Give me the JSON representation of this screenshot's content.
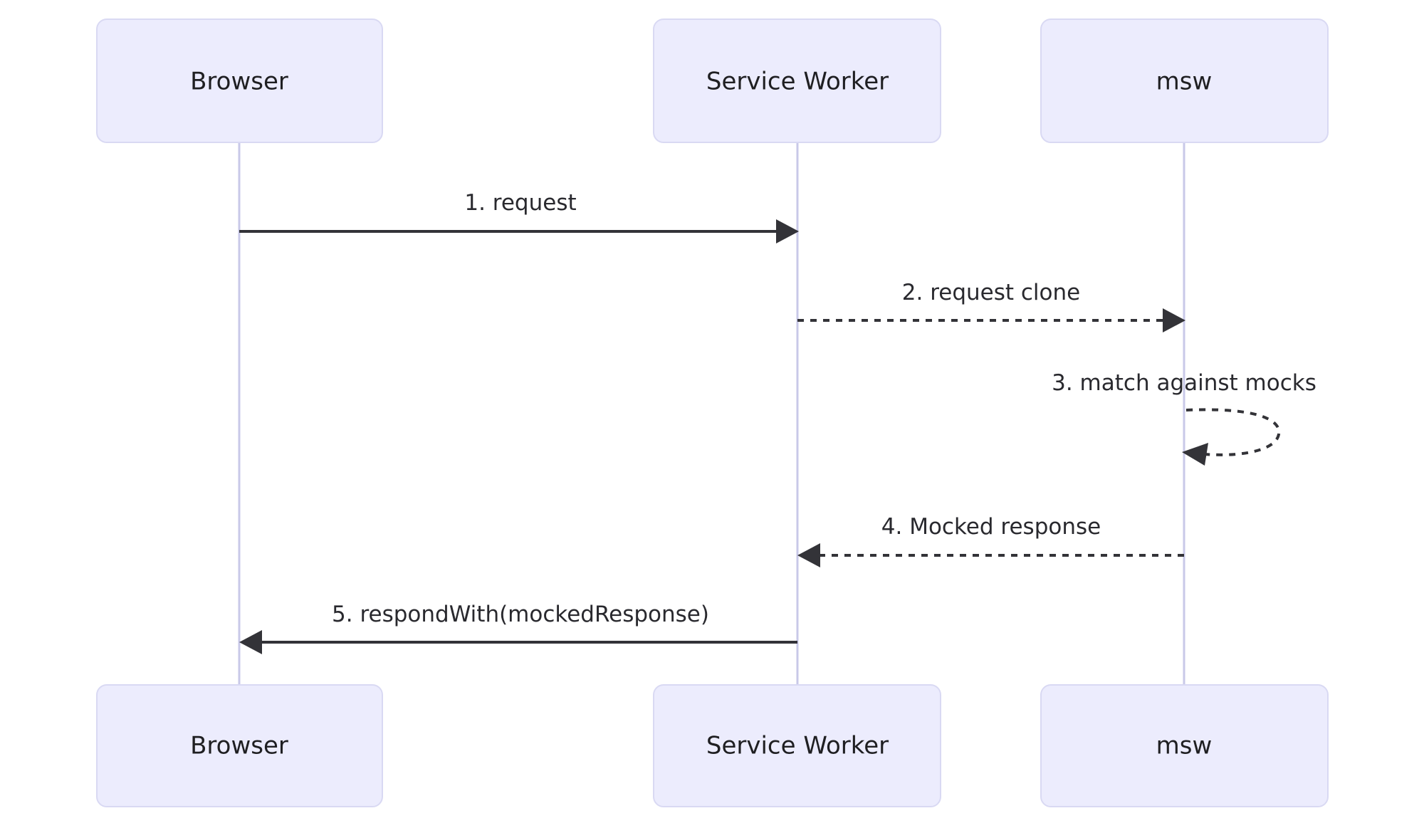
{
  "diagram": {
    "type": "sequence-diagram",
    "title": "",
    "background_color": "#ffffff",
    "actor_box_fill": "#ececfd",
    "actor_box_stroke": "#d9d9f3",
    "lifeline_color": "#c9c9e8",
    "message_color": "#333338",
    "actors": [
      {
        "id": "browser",
        "label": "Browser"
      },
      {
        "id": "service-worker",
        "label": "Service Worker"
      },
      {
        "id": "msw",
        "label": "msw"
      }
    ],
    "actors_bottom": [
      {
        "id": "browser-bottom",
        "label": "Browser"
      },
      {
        "id": "service-worker-bottom",
        "label": "Service Worker"
      },
      {
        "id": "msw-bottom",
        "label": "msw"
      }
    ],
    "messages": [
      {
        "index": "1",
        "label": "1. request",
        "from": "browser",
        "to": "service-worker",
        "style": "solid",
        "direction": "right"
      },
      {
        "index": "2",
        "label": "2. request clone",
        "from": "service-worker",
        "to": "msw",
        "style": "dashed",
        "direction": "right"
      },
      {
        "index": "3",
        "label": "3. match against mocks",
        "from": "msw",
        "to": "msw",
        "style": "dashed",
        "direction": "self-loop"
      },
      {
        "index": "4",
        "label": "4. Mocked response",
        "from": "msw",
        "to": "service-worker",
        "style": "dashed",
        "direction": "left"
      },
      {
        "index": "5",
        "label": "5. respondWith(mockedResponse)",
        "from": "service-worker",
        "to": "browser",
        "style": "solid",
        "direction": "left"
      }
    ]
  }
}
